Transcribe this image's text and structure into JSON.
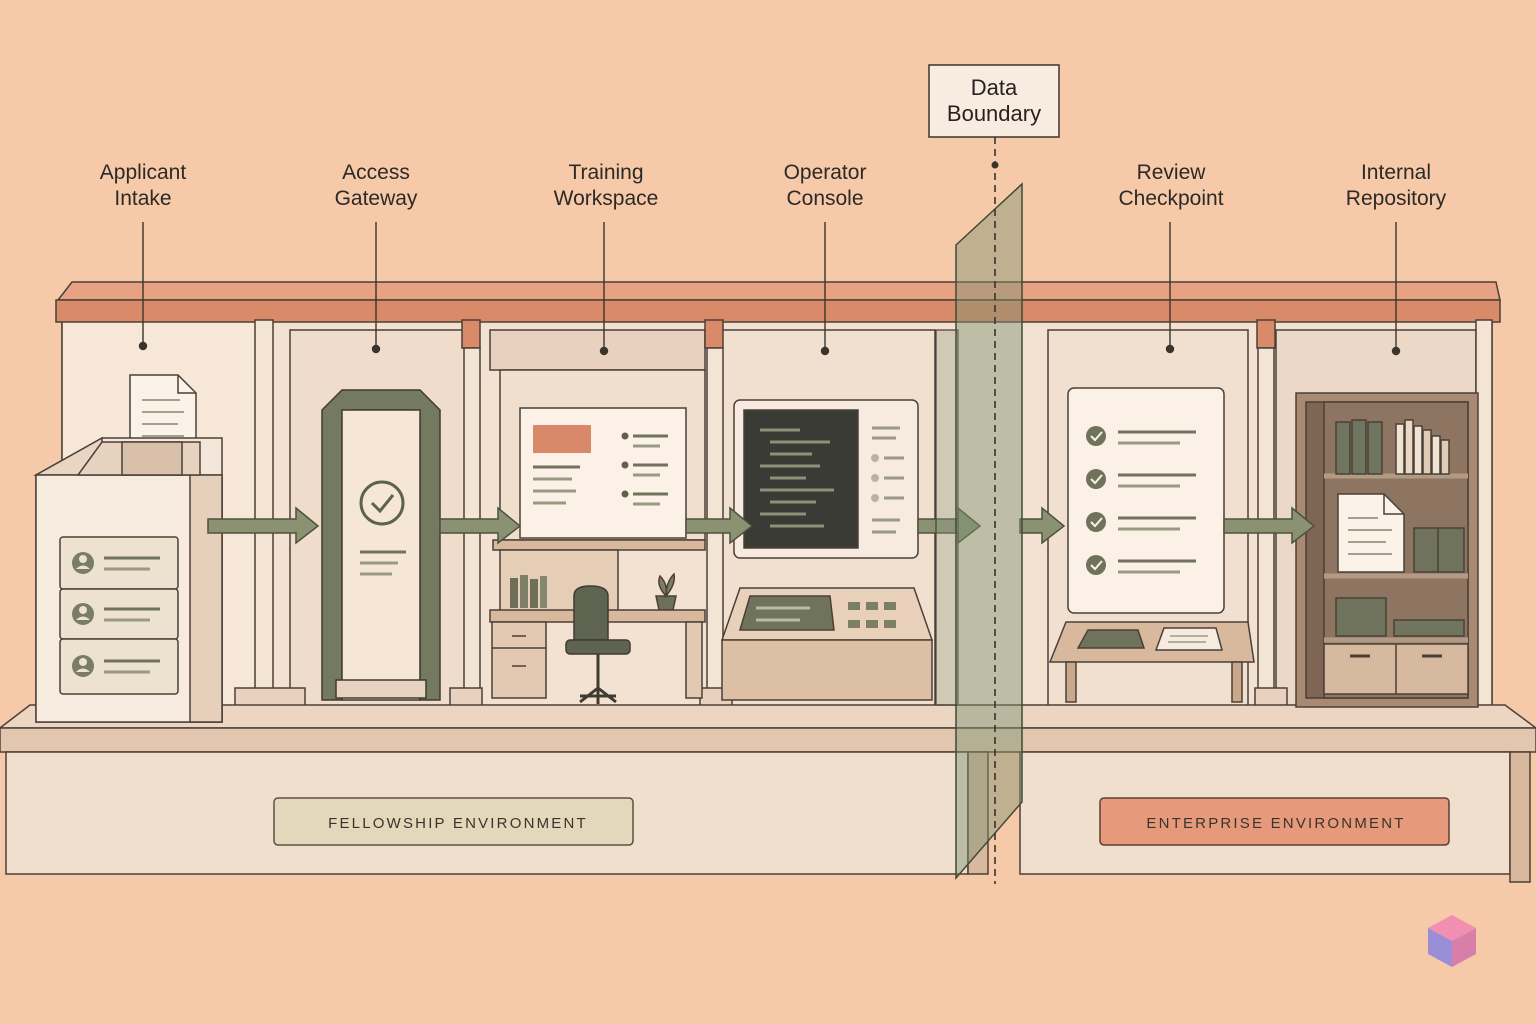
{
  "stations": [
    {
      "id": "intake",
      "label_line1": "Applicant",
      "label_line2": "Intake"
    },
    {
      "id": "gateway",
      "label_line1": "Access",
      "label_line2": "Gateway"
    },
    {
      "id": "training",
      "label_line1": "Training",
      "label_line2": "Workspace"
    },
    {
      "id": "operator",
      "label_line1": "Operator",
      "label_line2": "Console"
    },
    {
      "id": "review",
      "label_line1": "Review",
      "label_line2": "Checkpoint"
    },
    {
      "id": "repository",
      "label_line1": "Internal",
      "label_line2": "Repository"
    }
  ],
  "boundary": {
    "label_line1": "Data",
    "label_line2": "Boundary"
  },
  "environments": {
    "left": "FELLOWSHIP ENVIRONMENT",
    "right": "ENTERPRISE ENVIRONMENT"
  },
  "colors": {
    "background": "#f6c9a8",
    "roof": "#d98a68",
    "wall": "#f3e2d2",
    "base": "#e7cdb6",
    "olive": "#737a60",
    "arrow": "#8a9272",
    "fellowship_badge": "#e3d7bc",
    "enterprise_badge": "#e79a7b"
  },
  "icons": [
    "document-icon",
    "user-icon",
    "check-icon",
    "chair-icon",
    "plant-icon",
    "logo-cube-icon"
  ]
}
